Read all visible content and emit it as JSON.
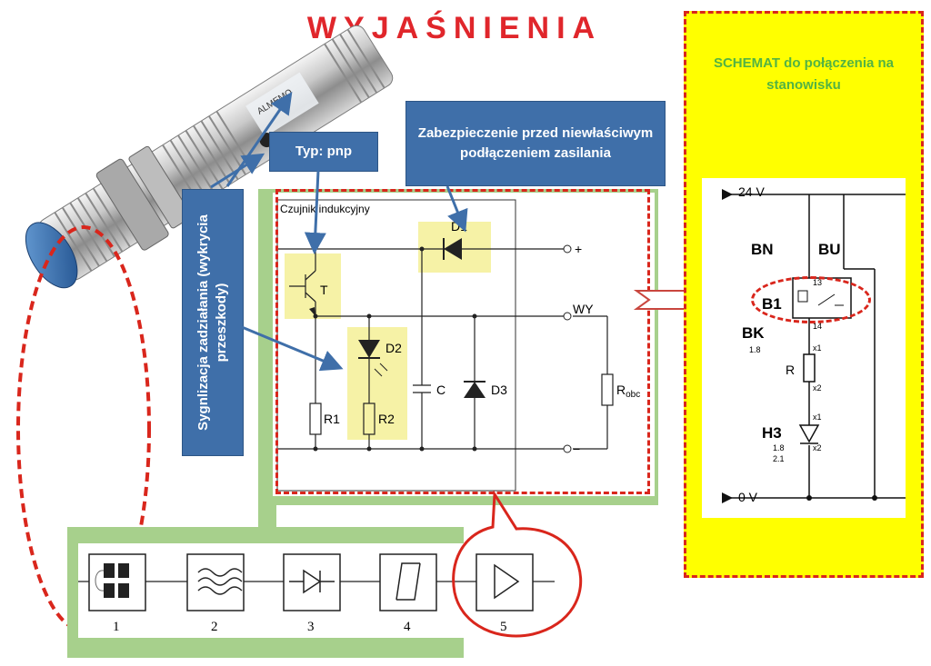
{
  "title": "WYJAŚNIENIA",
  "callouts": {
    "type": "Typ: pnp",
    "protection": "Zabezpieczenie przed niewłaściwym podłączeniem zasilania",
    "signal": "Sygnlizacja zadziałania (wykrycia przeszkody)"
  },
  "panel_title": "SCHEMAT do połączenia na stanowisku",
  "circuit": {
    "title": "Czujnik indukcyjny",
    "transistor": "T",
    "d1": "D1",
    "d2": "D2",
    "d3": "D3",
    "capacitor": "C",
    "r1": "R1",
    "r2": "R2",
    "rload_base": "R",
    "rload_sub": "obc",
    "plus": "+",
    "out": "WY",
    "minus": "−"
  },
  "wiring": {
    "v24": "24 V",
    "v0": "0 V",
    "bn": "BN",
    "bu": "BU",
    "b1": "B1",
    "bk": "BK",
    "r": "R",
    "h3": "H3",
    "pin13": "13",
    "pin14": "14",
    "b1_num": "1.8",
    "h3_num1": "1.8",
    "h3_num2": "2.1",
    "x1a": "x1",
    "x2a": "x2",
    "x1b": "x1",
    "x2b": "x2"
  },
  "blocks": [
    "1",
    "2",
    "3",
    "4",
    "5"
  ],
  "sensor_brand": "ALMEMO"
}
